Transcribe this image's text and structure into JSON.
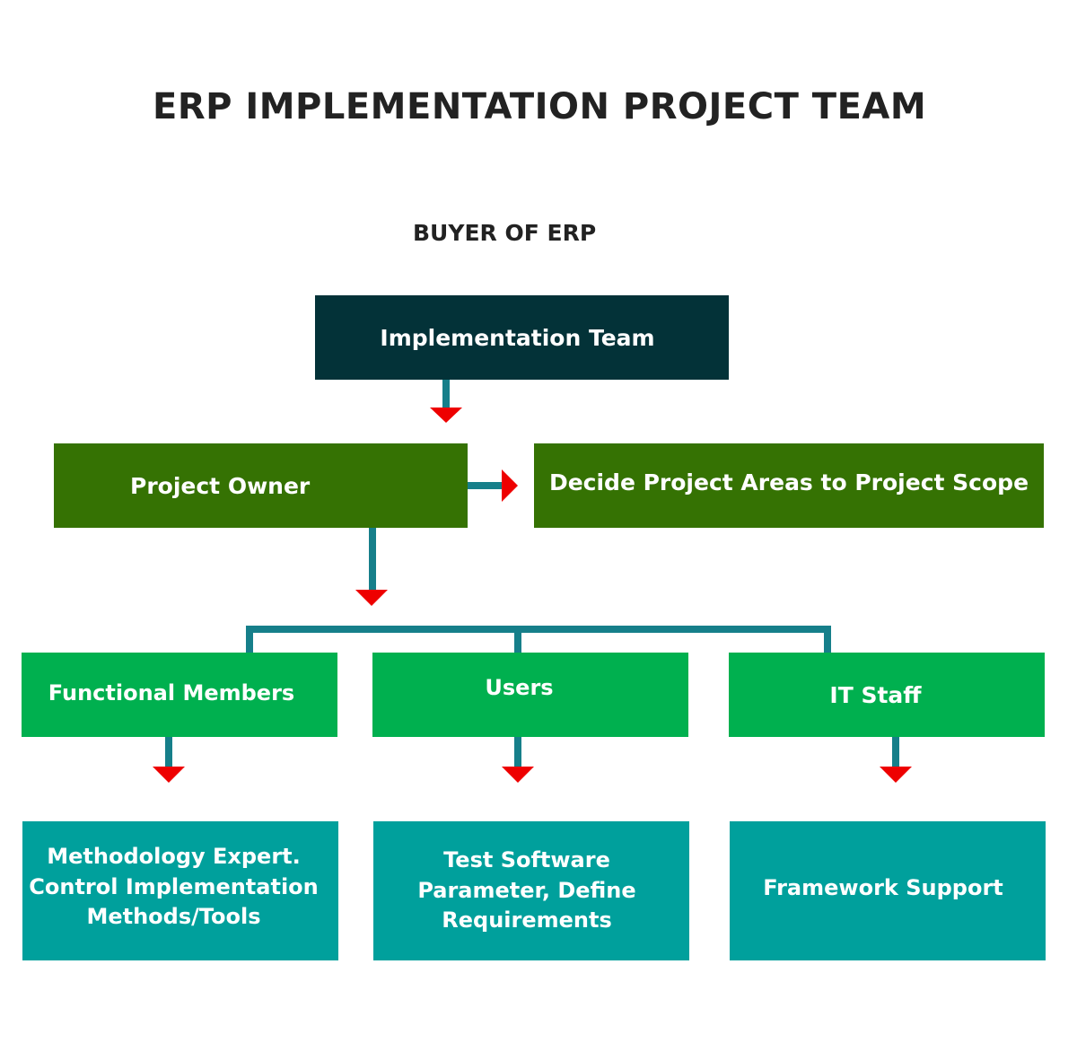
{
  "title": "ERP IMPLEMENTATION PROJECT TEAM",
  "subtitle": "BUYER OF ERP",
  "colors": {
    "dark_teal": "#033238",
    "olive_green": "#357203",
    "bright_green": "#00b04f",
    "teal": "#00a09c",
    "connector": "#167f8a",
    "arrowhead": "#ee0000",
    "heading_text": "#222222",
    "box_text": "#ffffff"
  },
  "nodes": {
    "implementation_team": {
      "label": "Implementation Team"
    },
    "project_owner": {
      "label": "Project Owner"
    },
    "scope": {
      "label": "Decide Project Areas to Project Scope"
    },
    "functional_members": {
      "label": "Functional Members"
    },
    "users": {
      "label": "Users"
    },
    "it_staff": {
      "label": "IT Staff"
    },
    "methodology": {
      "label": "Methodology Expert.\nControl Implementation\nMethods/Tools"
    },
    "test_software": {
      "label": "Test Software\nParameter, Define\nRequirements"
    },
    "framework": {
      "label": "Framework Support"
    }
  }
}
